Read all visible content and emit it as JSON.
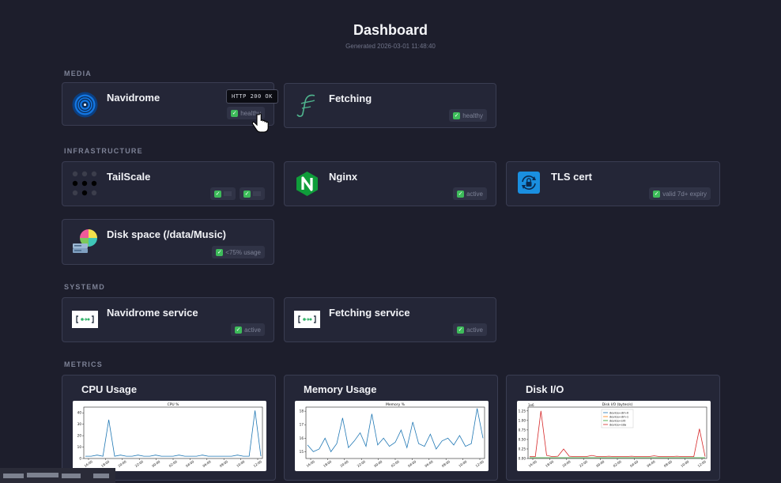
{
  "header": {
    "title": "Dashboard",
    "generated": "Generated 2026-03-01 11:48:40"
  },
  "sections": {
    "media": "MEDIA",
    "infrastructure": "INFRASTRUCTURE",
    "systemd": "SYSTEMD",
    "metrics": "METRICS"
  },
  "cards": {
    "navidrome": {
      "name": "Navidrome",
      "badge": "healthy",
      "icon": "vinyl-disc-icon",
      "tooltip": "HTTP 200 OK"
    },
    "fetching": {
      "name": "Fetching",
      "badge": "healthy",
      "icon": "script-f-icon"
    },
    "tailscale": {
      "name": "TailScale",
      "badges": [
        "",
        ""
      ],
      "icon": "dot-grid-icon"
    },
    "nginx": {
      "name": "Nginx",
      "badge": "active",
      "icon": "nginx-hex-icon"
    },
    "tls": {
      "name": "TLS cert",
      "badge": "valid 7d+ expiry",
      "icon": "lock-refresh-icon"
    },
    "disk": {
      "name": "Disk space (/data/Music)",
      "badge": "<75% usage",
      "icon": "disk-pie-icon"
    },
    "navidrome_service": {
      "name": "Navidrome service",
      "badge": "active",
      "icon": "service-icon"
    },
    "fetching_service": {
      "name": "Fetching service",
      "badge": "active",
      "icon": "service-icon"
    }
  },
  "colors": {
    "background": "#1d1e2c",
    "card": "#242637",
    "border": "#3a3d52",
    "ok": "#3dbb5a",
    "cpu_line": "#1f77b4",
    "disk_line": "#d62728"
  },
  "metrics": [
    {
      "title": "CPU Usage",
      "chart_data": {
        "type": "line",
        "title": "CPU %",
        "x": [
          "16:00",
          "18:00",
          "20:00",
          "22:00",
          "00:00",
          "02:00",
          "04:00",
          "06:00",
          "08:00",
          "10:00",
          "12:00"
        ],
        "series": [
          {
            "values": [
              2,
              2,
              3,
              2,
              34,
              2,
              3,
              2,
              2,
              3,
              2,
              2,
              3,
              2,
              2,
              2,
              3,
              2,
              2,
              2,
              3,
              2,
              2,
              2,
              2,
              2,
              3,
              2,
              2,
              42,
              2
            ]
          }
        ],
        "yticks": [
          0,
          10,
          20,
          30,
          40
        ],
        "ylim": [
          0,
          45
        ]
      }
    },
    {
      "title": "Memory Usage",
      "chart_data": {
        "type": "line",
        "title": "Memory %",
        "x": [
          "16:00",
          "18:00",
          "20:00",
          "22:00",
          "00:00",
          "02:00",
          "04:00",
          "06:00",
          "08:00",
          "10:00",
          "12:00"
        ],
        "series": [
          {
            "values": [
              15.5,
              15,
              15.2,
              16,
              15,
              15.6,
              17.5,
              15.3,
              15.8,
              16.4,
              15.4,
              17.8,
              15.5,
              16,
              15.4,
              15.7,
              16.6,
              15.3,
              17.2,
              15.6,
              15.4,
              16.3,
              15.2,
              15.8,
              16,
              15.5,
              16.2,
              15.4,
              15.6,
              18.2,
              16
            ]
          }
        ],
        "yticks": [
          15,
          16,
          17,
          18
        ],
        "ylim": [
          14.5,
          18.3
        ]
      }
    },
    {
      "title": "Disk I/O",
      "chart_data": {
        "type": "line",
        "title": "Disk I/O (bytes/s)",
        "x": [
          "16:00",
          "18:00",
          "20:00",
          "22:00",
          "00:00",
          "02:00",
          "04:00",
          "06:00",
          "08:00",
          "10:00",
          "12:00"
        ],
        "scale_label": "1e6",
        "legend": [
          "device=dm-0",
          "device=dm-1",
          "device=sr0",
          "device=sda"
        ],
        "legend_colors": [
          "#1f77b4",
          "#ff7f0e",
          "#2ca02c",
          "#d62728"
        ],
        "series": [
          {
            "name": "device=sda",
            "values": [
              0.05,
              0.05,
              1.25,
              0.08,
              0.05,
              0.06,
              0.25,
              0.06,
              0.05,
              0.05,
              0.05,
              0.08,
              0.05,
              0.05,
              0.06,
              0.05,
              0.05,
              0.05,
              0.06,
              0.05,
              0.05,
              0.05,
              0.07,
              0.05,
              0.05,
              0.05,
              0.06,
              0.05,
              0.05,
              0.05,
              0.78,
              0.05
            ]
          },
          {
            "name": "device=sr0",
            "values": [
              0.02,
              0.02,
              0.02,
              0.02,
              0.02,
              0.02,
              0.02,
              0.02,
              0.02,
              0.02,
              0.02,
              0.02,
              0.02,
              0.02,
              0.02,
              0.02,
              0.02,
              0.02,
              0.02,
              0.02,
              0.02,
              0.02,
              0.02,
              0.02,
              0.02,
              0.02,
              0.02,
              0.02,
              0.02,
              0.02,
              0.02,
              0.02
            ]
          }
        ],
        "yticks": [
          0.0,
          0.25,
          0.5,
          0.75,
          1.0,
          1.25
        ],
        "ylim": [
          0,
          1.35
        ]
      }
    }
  ]
}
